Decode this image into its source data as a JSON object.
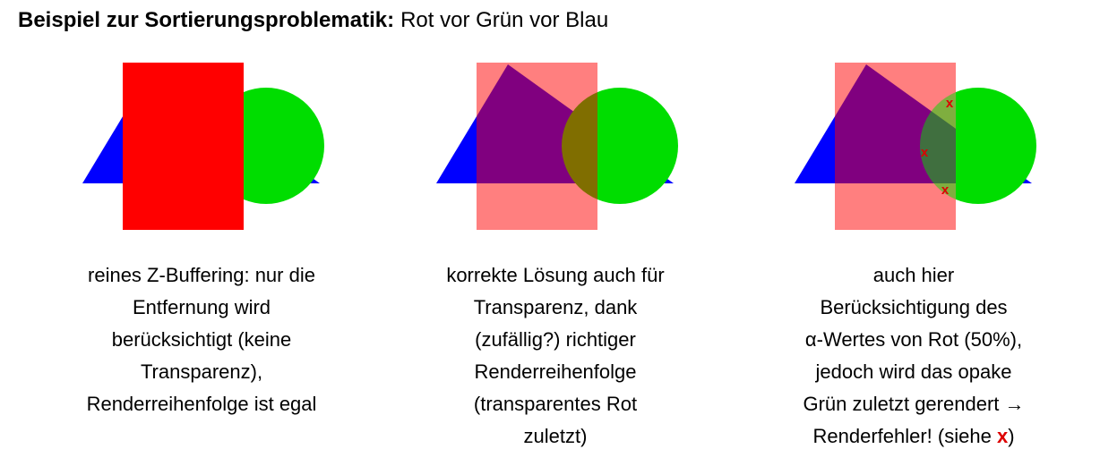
{
  "title": {
    "bold": "Beispiel zur Sortierungsproblematik:",
    "rest": "Rot vor Grün vor Blau"
  },
  "colors": {
    "blue": "#0000ff",
    "red": "#ff0000",
    "green": "#00dd00",
    "error_mark": "#dd0000"
  },
  "panels": [
    {
      "id": "z-buffer-opaque",
      "caption_lines": [
        "reines Z-Buffering: nur die",
        "Entfernung wird",
        "berücksichtigt (keine",
        "Transparenz),",
        "Renderreihenfolge ist egal"
      ]
    },
    {
      "id": "correct-transparent-order",
      "caption_lines": [
        "korrekte Lösung auch für",
        "Transparenz, dank",
        "(zufällig?) richtiger",
        "Renderreihenfolge",
        "(transparentes Rot",
        "zuletzt)"
      ]
    },
    {
      "id": "wrong-order-render-error",
      "caption_lines": [
        "auch hier",
        "Berücksichtigung des",
        "α-Wertes von Rot (50%),",
        "jedoch wird das opake",
        "Grün zuletzt gerendert →"
      ],
      "last_line": {
        "prefix": "Renderfehler! (siehe ",
        "mark": "x",
        "suffix": ")"
      },
      "mark_glyph": "x"
    }
  ]
}
